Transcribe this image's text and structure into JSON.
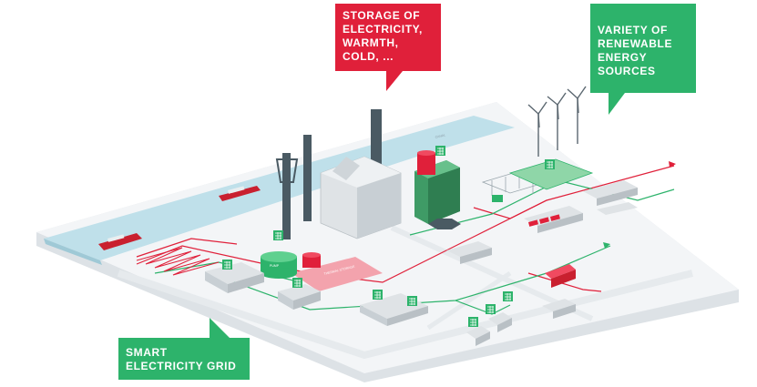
{
  "callouts": {
    "storage": {
      "lines": [
        "STORAGE OF",
        "ELECTRICITY,",
        "WARMTH,",
        "COLD, ..."
      ],
      "color": "#e0203a"
    },
    "renewable": {
      "lines": [
        "VARIETY OF",
        "RENEWABLE",
        "ENERGY",
        "SOURCES"
      ],
      "color": "#2db36b"
    },
    "grid": {
      "lines": [
        "SMART",
        "ELECTRICITY GRID"
      ],
      "color": "#2db36b"
    }
  },
  "colors": {
    "ground": "#f3f5f7",
    "ground_side": "#dde2e6",
    "water": "#bfe0ea",
    "building": "#dfe3e6",
    "building_dark": "#b9c0c5",
    "green": "#2db36b",
    "red": "#e0203a",
    "dark": "#5b6770"
  },
  "icons": [
    "solar-panel-icon",
    "wind-turbine-icon",
    "ship-icon"
  ]
}
